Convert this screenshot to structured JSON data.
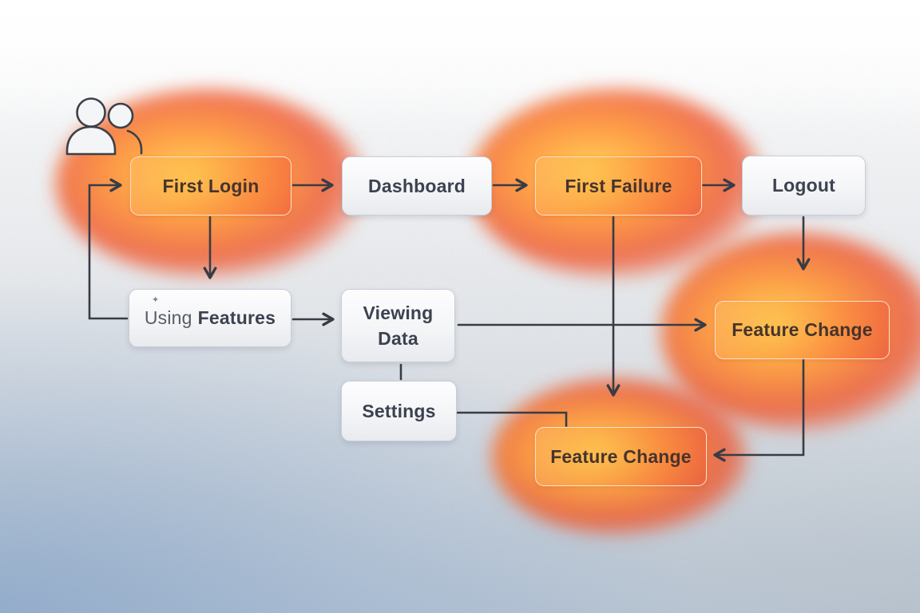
{
  "background": {
    "top_color": "#ffffff",
    "mid_color": "#e7eaee",
    "bottom_left_color": "#a8bdd6",
    "bottom_right_color": "#d7dbdf"
  },
  "icons": {
    "users_icon": "two-person-outline",
    "sparkle_glyph": "✦"
  },
  "diagram": {
    "nodes": {
      "first_login": {
        "label": "First Login",
        "highlighted": true
      },
      "dashboard": {
        "label": "Dashboard",
        "highlighted": false
      },
      "first_failure": {
        "label": "First Failure",
        "highlighted": true
      },
      "logout": {
        "label": "Logout",
        "highlighted": false
      },
      "using_features": {
        "label_light": "Using",
        "label_strong": "Features",
        "highlighted": false
      },
      "viewing_data": {
        "label": "Viewing Data",
        "highlighted": false
      },
      "feature_change_right": {
        "label": "Feature Change",
        "highlighted": true
      },
      "settings": {
        "label": "Settings",
        "highlighted": false
      },
      "feature_change_bottom": {
        "label": "Feature Change",
        "highlighted": true
      }
    },
    "edges": [
      {
        "from": "first_login",
        "to": "dashboard",
        "arrow": true
      },
      {
        "from": "dashboard",
        "to": "first_failure",
        "arrow": true
      },
      {
        "from": "first_failure",
        "to": "logout",
        "arrow": true
      },
      {
        "from": "first_login",
        "to": "using_features",
        "arrow": true
      },
      {
        "from": "using_features",
        "to": "first_login",
        "arrow": true,
        "route": "left-loop"
      },
      {
        "from": "using_features",
        "to": "viewing_data",
        "arrow": true
      },
      {
        "from": "viewing_data",
        "to": "feature_change_right",
        "arrow": true
      },
      {
        "from": "first_failure",
        "to": "feature_change_bottom",
        "arrow": true
      },
      {
        "from": "logout",
        "to": "feature_change_right",
        "arrow": true
      },
      {
        "from": "viewing_data",
        "to": "settings",
        "arrow": false
      },
      {
        "from": "settings",
        "to": "feature_change_bottom",
        "arrow": false
      },
      {
        "from": "feature_change_right",
        "to": "feature_change_bottom",
        "arrow": true
      }
    ],
    "colors": {
      "heat_core": "#ffd24d",
      "heat_mid": "#ff8f2f",
      "heat_outer": "#ee4e25",
      "arrow": "#383c45",
      "node_text": "#3c4250",
      "heat_node_text": "#47332b"
    }
  }
}
